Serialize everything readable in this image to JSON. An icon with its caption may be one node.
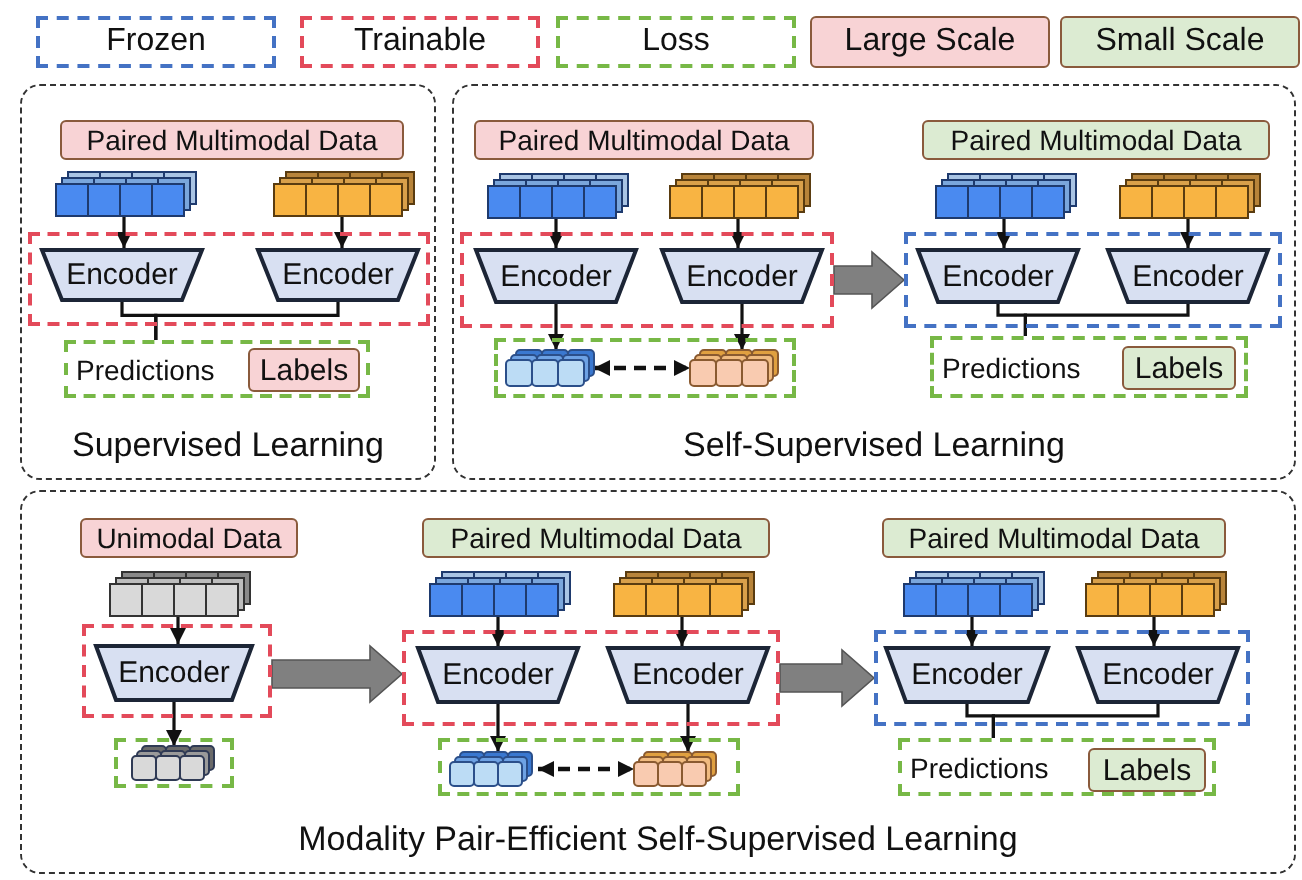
{
  "diagram": {
    "nodes": [
      {
        "text": [
          "Supervised Learning"
        ]
      },
      {
        "text": [
          "Paired Multimodal Data"
        ],
        "in": 0
      },
      {
        "text": [],
        "shape": "picture",
        "in": 0
      },
      {
        "text": [],
        "shape": "picture",
        "in": 0
      },
      {
        "text": [],
        "shape": "box",
        "in": 0
      },
      {
        "text": [
          "Encoder"
        ],
        "in": 4
      },
      {
        "text": [
          "Encoder"
        ],
        "in": 4
      },
      {
        "text": [
          "Predictions"
        ],
        "in": 0
      },
      {
        "text": [
          "Labels"
        ],
        "in": 7
      },
      {
        "text": [
          "Self-Supervised Learning"
        ]
      },
      {
        "text": [
          "Paired Multimodal Data"
        ],
        "in": 9
      },
      {
        "text": [],
        "shape": "picture",
        "in": 9
      },
      {
        "text": [],
        "shape": "picture",
        "in": 9
      },
      {
        "text": [],
        "shape": "box",
        "in": 9
      },
      {
        "text": [
          "Encoder"
        ],
        "in": 13
      },
      {
        "text": [
          "Encoder"
        ],
        "in": 13
      },
      {
        "text": [],
        "shape": "box",
        "in": 9
      },
      {
        "text": [],
        "shape": "picture",
        "in": 16
      },
      {
        "text": [],
        "shape": "picture",
        "in": 16
      },
      {
        "text": [
          "Paired Multimodal Data"
        ],
        "in": 9
      },
      {
        "text": [],
        "shape": "picture",
        "in": 9
      },
      {
        "text": [],
        "shape": "picture",
        "in": 9
      },
      {
        "text": [],
        "shape": "box",
        "in": 9
      },
      {
        "text": [
          "Encoder"
        ],
        "in": 22
      },
      {
        "text": [
          "Encoder"
        ],
        "in": 22
      },
      {
        "text": [
          "Predictions"
        ],
        "in": 9
      },
      {
        "text": [
          "Labels"
        ],
        "in": 25
      },
      {
        "text": [
          "Modality Pair-Efficient Self-Supervised Learning"
        ]
      },
      {
        "text": [
          "Unimodal Data"
        ],
        "in": 27
      },
      {
        "text": [],
        "shape": "picture",
        "in": 27
      },
      {
        "text": [],
        "shape": "box",
        "in": 27
      },
      {
        "text": [
          "Encoder"
        ],
        "in": 30
      },
      {
        "text": [],
        "shape": "box",
        "in": 27
      },
      {
        "text": [],
        "shape": "picture",
        "in": 32
      },
      {
        "text": [
          "Paired Multimodal Data"
        ],
        "in": 27
      },
      {
        "text": [],
        "shape": "picture",
        "in": 27
      },
      {
        "text": [],
        "shape": "picture",
        "in": 27
      },
      {
        "text": [],
        "shape": "box",
        "in": 27
      },
      {
        "text": [
          "Encoder"
        ],
        "in": 37
      },
      {
        "text": [
          "Encoder"
        ],
        "in": 37
      },
      {
        "text": [],
        "shape": "box",
        "in": 27
      },
      {
        "text": [],
        "shape": "picture",
        "in": 40
      },
      {
        "text": [],
        "shape": "picture",
        "in": 40
      },
      {
        "text": [
          "Paired Multimodal Data"
        ],
        "in": 27
      },
      {
        "text": [],
        "shape": "picture",
        "in": 27
      },
      {
        "text": [],
        "shape": "picture",
        "in": 27
      },
      {
        "text": [],
        "shape": "box",
        "in": 27
      },
      {
        "text": [
          "Encoder"
        ],
        "in": 46
      },
      {
        "text": [
          "Encoder"
        ],
        "in": 46
      },
      {
        "text": [
          "Predictions"
        ],
        "in": 27
      },
      {
        "text": [
          "Labels"
        ],
        "in": 49
      }
    ],
    "edges": [
      {
        "from": 2,
        "to": 5,
        "arrow": "to"
      },
      {
        "from": 3,
        "to": 6,
        "arrow": "to"
      },
      {
        "from": 5,
        "to": 7,
        "arrow": "none"
      },
      {
        "from": 6,
        "to": 7,
        "arrow": "none"
      },
      {
        "from": 11,
        "to": 14,
        "arrow": "to"
      },
      {
        "from": 12,
        "to": 15,
        "arrow": "to"
      },
      {
        "from": 14,
        "to": 17,
        "arrow": "to"
      },
      {
        "from": 15,
        "to": 18,
        "arrow": "to"
      },
      {
        "from": 17,
        "to": 18,
        "arrow": "both",
        "style": "dashed"
      },
      {
        "from": 13,
        "to": 22,
        "arrow": "to",
        "style": "thick",
        "color": "#808080"
      },
      {
        "from": 20,
        "to": 23,
        "arrow": "to"
      },
      {
        "from": 21,
        "to": 24,
        "arrow": "to"
      },
      {
        "from": 23,
        "to": 25,
        "arrow": "none"
      },
      {
        "from": 24,
        "to": 25,
        "arrow": "none"
      },
      {
        "from": 29,
        "to": 31,
        "arrow": "to"
      },
      {
        "from": 31,
        "to": 33,
        "arrow": "to"
      },
      {
        "from": 30,
        "to": 37,
        "arrow": "to",
        "style": "thick",
        "color": "#808080"
      },
      {
        "from": 35,
        "to": 38,
        "arrow": "to"
      },
      {
        "from": 36,
        "to": 39,
        "arrow": "to"
      },
      {
        "from": 38,
        "to": 41,
        "arrow": "to"
      },
      {
        "from": 39,
        "to": 42,
        "arrow": "to"
      },
      {
        "from": 41,
        "to": 42,
        "arrow": "both",
        "style": "dashed"
      },
      {
        "from": 37,
        "to": 46,
        "arrow": "to",
        "style": "thick",
        "color": "#808080"
      },
      {
        "from": 44,
        "to": 47,
        "arrow": "to"
      },
      {
        "from": 45,
        "to": 48,
        "arrow": "to"
      },
      {
        "from": 47,
        "to": 49,
        "arrow": "none"
      },
      {
        "from": 48,
        "to": 49,
        "arrow": "none"
      }
    ],
    "legend": [
      {
        "text": "Frozen"
      },
      {
        "text": "Trainable"
      },
      {
        "text": "Loss"
      },
      {
        "text": "Large Scale",
        "color": "#f8d3d5"
      },
      {
        "text": "Small Scale",
        "color": "#dcebd2"
      }
    ]
  }
}
